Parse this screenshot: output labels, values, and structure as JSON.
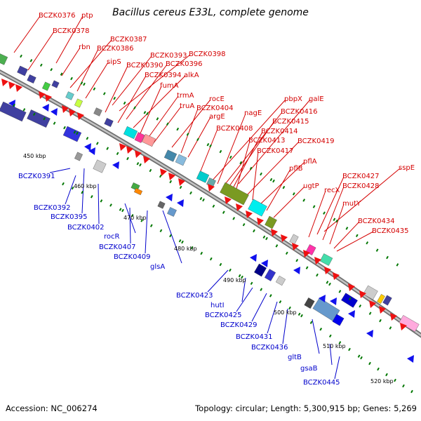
{
  "title": "Bacillus cereus E33L, complete genome",
  "accession": "Accession: NC_006274",
  "summary": "Topology: circular; Length: 5,300,915 bp; Genes: 5,269",
  "colors": {
    "label_forward": "#d40000",
    "label_reverse": "#0000cc",
    "backbone": "#a0a0a0",
    "tick": "#007700"
  },
  "kbp_ticks": [
    "450 kbp",
    "460 kbp",
    "470 kbp",
    "480 kbp",
    "490 kbp",
    "500 kbp",
    "510 kbp",
    "520 kbp"
  ],
  "forward_labels": [
    "BCZK0376",
    "ptp",
    "BCZK0378",
    "rbn",
    "BCZK0387",
    "BCZK0386",
    "sipS",
    "BCZK0393",
    "BCZK0398",
    "BCZK0390",
    "BCZK0396",
    "BCZK0394",
    "alkA",
    "fumA",
    "trmA",
    "truA",
    "rocE",
    "BCZK0404",
    "argE",
    "pbpX",
    "galE",
    "nagE",
    "BCZK0416",
    "BCZK0415",
    "BCZK0408",
    "BCZK0414",
    "BCZK0413",
    "BCZK0419",
    "BCZK0417",
    "pflA",
    "pflB",
    "ugtP",
    "sspE",
    "BCZK0427",
    "recX",
    "BCZK0428",
    "mutY",
    "BCZK0434",
    "BCZK0435"
  ],
  "reverse_labels": [
    "BCZK0391",
    "BCZK0392",
    "BCZK0395",
    "BCZK0402",
    "rocR",
    "BCZK0407",
    "BCZK0409",
    "glsA",
    "BCZK0423",
    "hutI",
    "BCZK0425",
    "BCZK0429",
    "BCZK0431",
    "BCZK0436",
    "gltB",
    "gsaB",
    "BCZK0445"
  ]
}
